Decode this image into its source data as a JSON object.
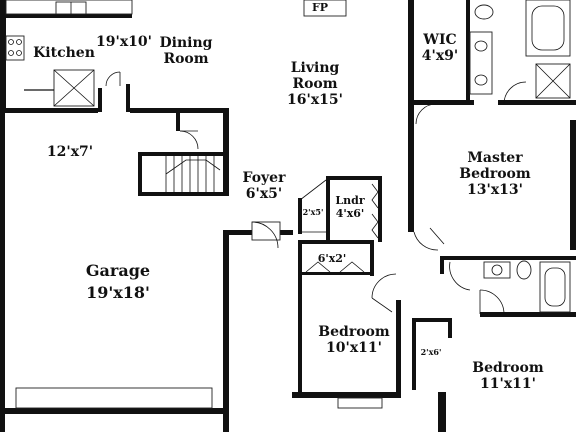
{
  "rooms": {
    "kitchen": {
      "name": "Kitchen"
    },
    "kitchen_dining_size": "19'x10'",
    "dining": {
      "line1": "Dining",
      "line2": "Room"
    },
    "fireplace": "FP",
    "living": {
      "line1": "Living",
      "line2": "Room",
      "size": "16'x15'"
    },
    "wic": {
      "name": "WIC",
      "size": "4'x9'"
    },
    "master": {
      "line1": "Master",
      "line2": "Bedroom",
      "size": "13'x13'"
    },
    "storage": {
      "size": "12'x7'"
    },
    "foyer": {
      "name": "Foyer",
      "size": "6'x5'"
    },
    "closet_small": {
      "size": "2'x5'"
    },
    "laundry": {
      "name": "Lndr",
      "size": "4'x6'"
    },
    "hall_closet": {
      "size": "6'x2'"
    },
    "garage": {
      "name": "Garage",
      "size": "19'x18'"
    },
    "bedroom_a": {
      "name": "Bedroom",
      "size": "10'x11'"
    },
    "closet_b": {
      "size": "2'x6'"
    },
    "bedroom_b": {
      "name": "Bedroom",
      "size": "11'x11'"
    }
  }
}
